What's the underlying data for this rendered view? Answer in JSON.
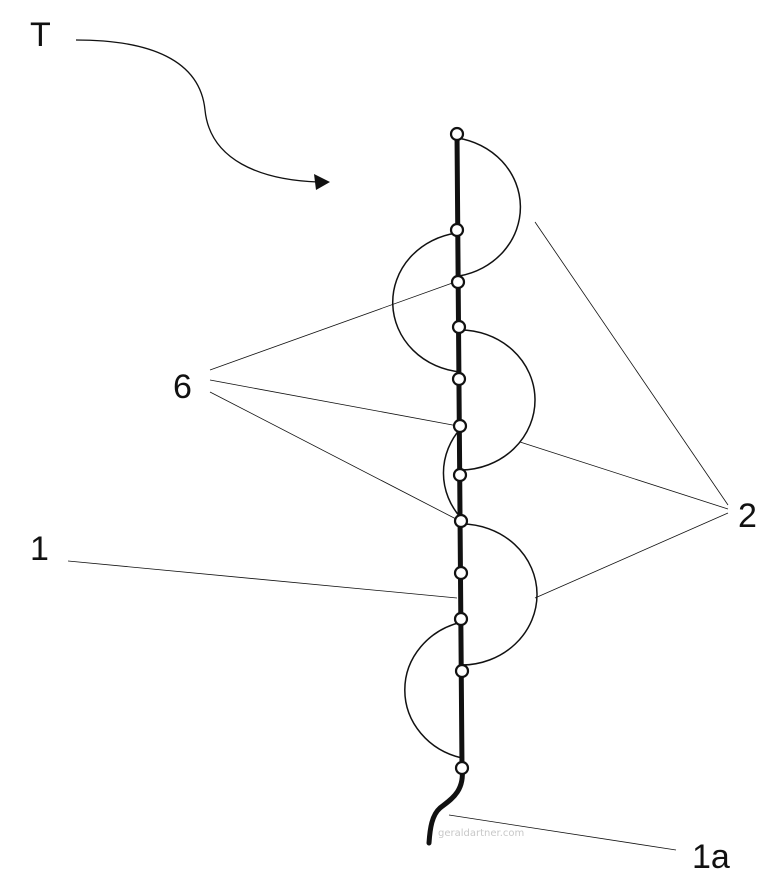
{
  "labels": {
    "t": "T",
    "six": "6",
    "one": "1",
    "two": "2",
    "one_a": "1a"
  },
  "watermark": "geraldartner.com",
  "colors": {
    "stroke": "#111111",
    "background": "#ffffff",
    "watermark": "#c8c8c8"
  }
}
